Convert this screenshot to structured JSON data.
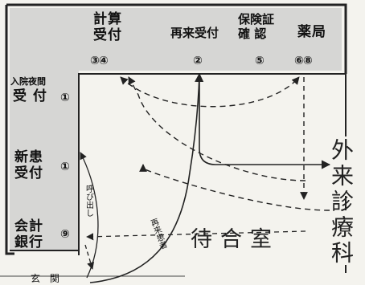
{
  "counters": [
    {
      "id": "calc",
      "name": "計算\n受付",
      "nums": "③④"
    },
    {
      "id": "revisit",
      "name": "再来受付",
      "nums": "②"
    },
    {
      "id": "insurance",
      "name": "保険証\n確 認",
      "nums": "⑤"
    },
    {
      "id": "pharmacy",
      "name": "薬局",
      "nums": "⑥⑧"
    }
  ],
  "left_counters": [
    {
      "id": "night",
      "small": "入院夜間",
      "name": "受 付",
      "num": "①"
    },
    {
      "id": "newpatient",
      "name": "新患\n受付",
      "num": "①"
    },
    {
      "id": "bank",
      "name": "会計\n銀行",
      "num": "⑨"
    }
  ],
  "labels": {
    "call": "呼び出し",
    "revisit_patient": "再来患者",
    "waiting_room": "待合室",
    "outpatient": "外来診療科",
    "entrance": "玄 関"
  }
}
